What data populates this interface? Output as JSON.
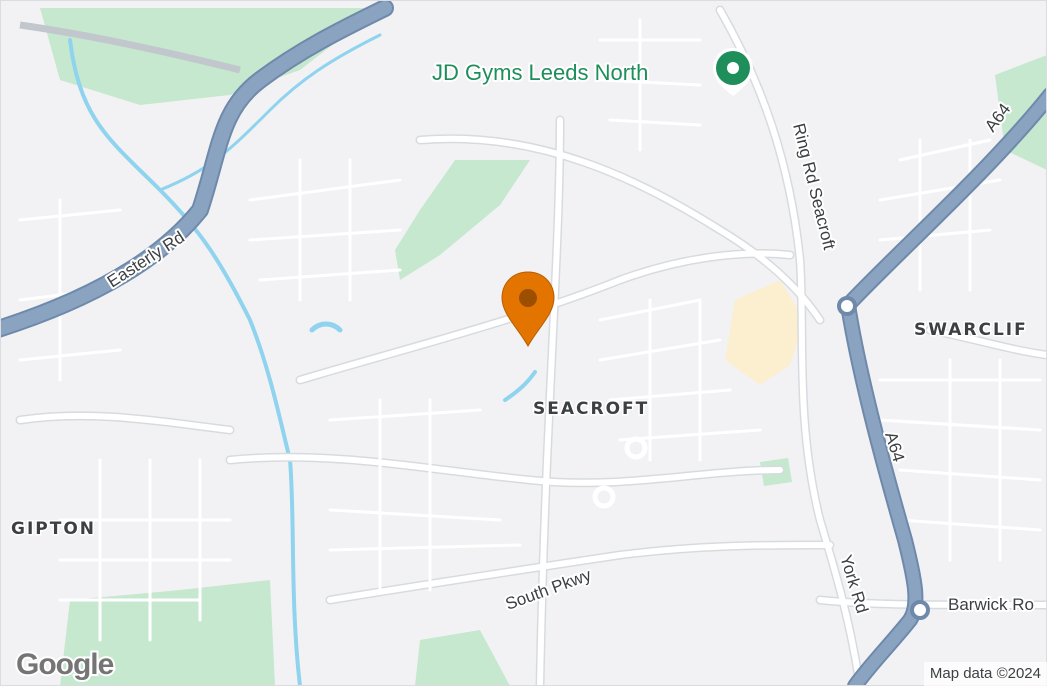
{
  "map": {
    "colors": {
      "background": "#f2f2f4",
      "street": "#ffffff",
      "street_edge": "#d7dbe0",
      "major_road": "#8aa3c1",
      "major_road_edge": "#6e89aa",
      "water": "#8fd3ef",
      "park": "#c5e8cf",
      "school": "#fbefcf",
      "poi": "#1e8e5a",
      "marker": "#e37400",
      "marker_dot": "#9c4f00"
    },
    "poi": {
      "name": "JD Gyms Leeds North",
      "icon": "map-pin-poi-icon"
    },
    "areas": [
      "SEACROFT",
      "GIPTON",
      "SWARCLIF"
    ],
    "roads": {
      "easterly_rd": "Easterly Rd",
      "ring_rd_seacroft": "Ring Rd Seacroft",
      "a64_north": "A64",
      "a64_south": "A64",
      "south_pkwy": "South Pkwy",
      "york_rd": "York Rd",
      "barwick_rd": "Barwick Ro"
    },
    "marker": {
      "icon": "location-marker-icon"
    },
    "logo": "Google",
    "attribution": "Map data ©2024"
  }
}
